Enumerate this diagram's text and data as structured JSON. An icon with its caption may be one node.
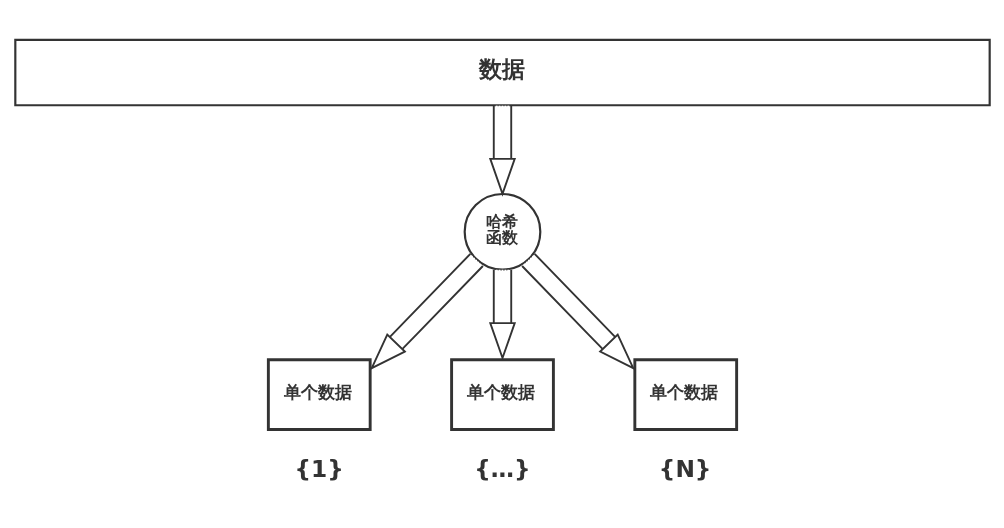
{
  "diagram": {
    "nodes": [
      {
        "text": [
          "数据"
        ]
      },
      {
        "text": [
          "哈希函数"
        ]
      },
      {
        "text": [
          "单个数据"
        ],
        "beside": [
          "{1}"
        ]
      },
      {
        "text": [
          "单个数据"
        ],
        "beside": [
          "{…}"
        ]
      },
      {
        "text": [
          "单个数据"
        ],
        "beside": [
          "{N}"
        ]
      }
    ],
    "edges": [
      {
        "from": 0,
        "to": 1,
        "arrow": "to"
      },
      {
        "from": 1,
        "to": 2,
        "arrow": "to"
      },
      {
        "from": 1,
        "to": 3,
        "arrow": "to"
      },
      {
        "from": 1,
        "to": 4,
        "arrow": "to"
      }
    ]
  }
}
